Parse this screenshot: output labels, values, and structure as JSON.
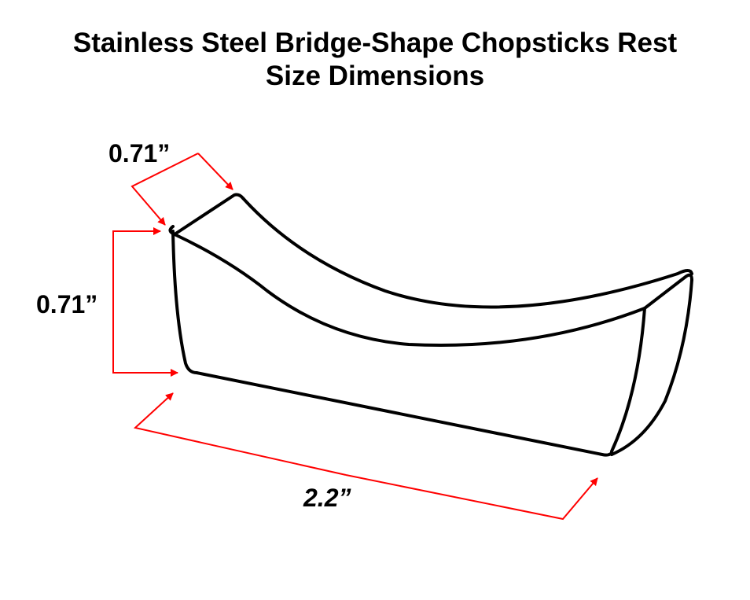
{
  "title": {
    "line1": "Stainless Steel Bridge-Shape Chopsticks Rest",
    "line2": "Size Dimensions"
  },
  "dimensions": {
    "width_label": "0.71”",
    "height_label": "0.71”",
    "length_label": "2.2”"
  },
  "colors": {
    "outline": "#000000",
    "dimension_arrow": "#ff0000"
  }
}
